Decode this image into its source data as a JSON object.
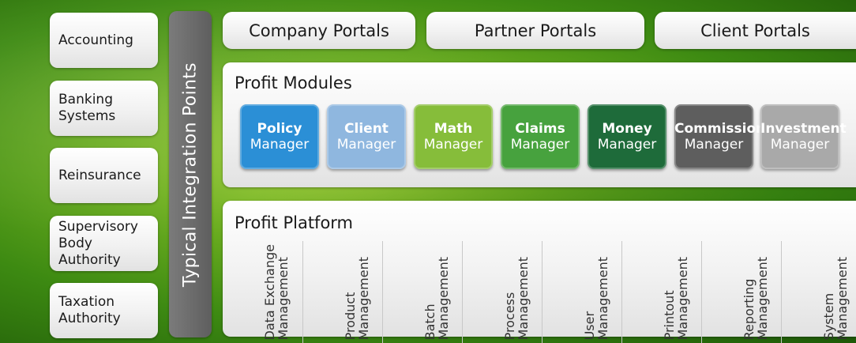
{
  "external_systems": [
    {
      "label": "Accounting"
    },
    {
      "label": "Banking\nSystems"
    },
    {
      "label": "Reinsurance"
    },
    {
      "label": "Supervisory\nBody Authority"
    },
    {
      "label": "Taxation\nAuthority"
    }
  ],
  "integration_bar": {
    "label": "Typical Integration Points"
  },
  "portals": [
    {
      "label": "Company Portals"
    },
    {
      "label": "Partner Portals"
    },
    {
      "label": "Client Portals"
    }
  ],
  "modules_section": {
    "title": "Profit Modules"
  },
  "modules": [
    {
      "name": "Policy",
      "suffix": "Manager",
      "color": "#2b8fd6"
    },
    {
      "name": "Client",
      "suffix": "Manager",
      "color": "#8fb7df"
    },
    {
      "name": "Math",
      "suffix": "Manager",
      "color": "#86bd3a"
    },
    {
      "name": "Claims",
      "suffix": "Manager",
      "color": "#47a23e"
    },
    {
      "name": "Money",
      "suffix": "Manager",
      "color": "#1e6b3a"
    },
    {
      "name": "Commission",
      "suffix": "Manager",
      "color": "#5e5e5e"
    },
    {
      "name": "Investment",
      "suffix": "Manager",
      "color": "#a9a9a9"
    }
  ],
  "platform_section": {
    "title": "Profit Platform"
  },
  "platform_components": [
    {
      "label": "Data Exchange\nManagement"
    },
    {
      "label": "Product\nManagement"
    },
    {
      "label": "Batch\nManagement"
    },
    {
      "label": "Process\nManagement"
    },
    {
      "label": "User\nManagement"
    },
    {
      "label": "Printout\nManagement"
    },
    {
      "label": "Reporting\nManagement"
    },
    {
      "label": "System\nManagement"
    }
  ]
}
